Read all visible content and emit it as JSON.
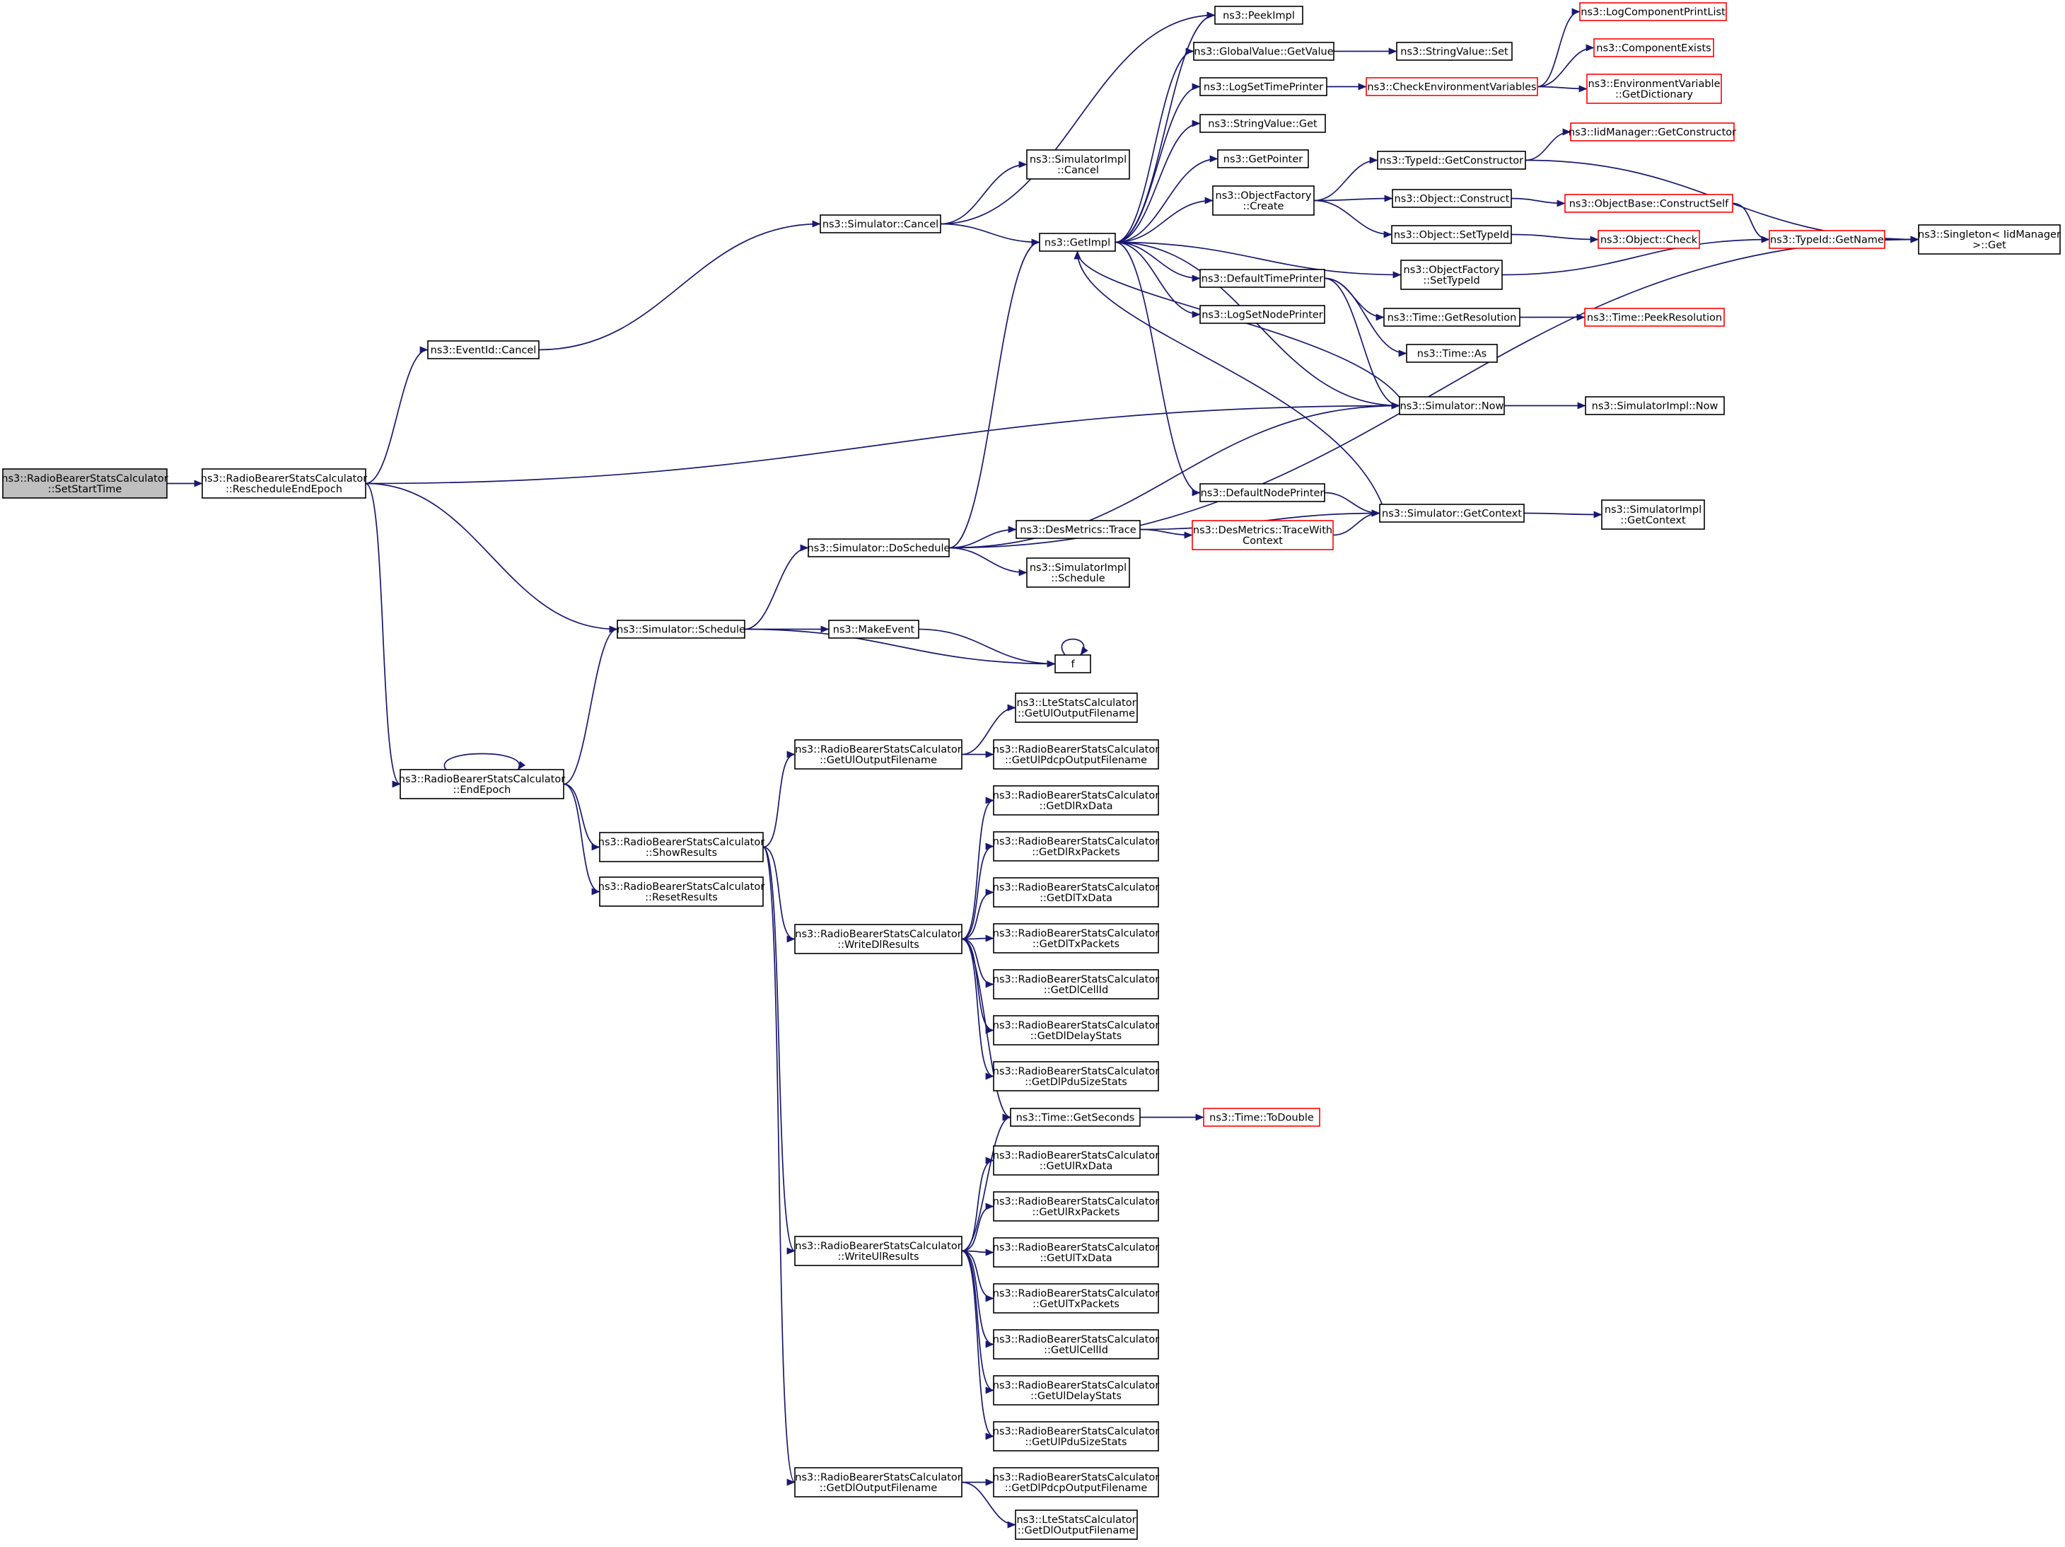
{
  "graph": {
    "edge_color": "#191970",
    "node_border": "#000000",
    "external_node_border": "#ff0000",
    "root_fill": "#bfbfbf",
    "nodes": {
      "root": {
        "label": [
          "ns3::RadioBearerStatsCalculator",
          "::SetStartTime"
        ],
        "style": "root"
      },
      "reschedule": {
        "label": [
          "ns3::RadioBearerStatsCalculator",
          "::RescheduleEndEpoch"
        ]
      },
      "eventcancel": {
        "label": [
          "ns3::EventId::Cancel"
        ]
      },
      "simcancel": {
        "label": [
          "ns3::Simulator::Cancel"
        ]
      },
      "simimplcancel": {
        "label": [
          "ns3::SimulatorImpl",
          "::Cancel"
        ]
      },
      "getimpl": {
        "label": [
          "ns3::GetImpl"
        ]
      },
      "peekimpl": {
        "label": [
          "ns3::PeekImpl"
        ]
      },
      "gvgetvalue": {
        "label": [
          "ns3::GlobalValue::GetValue"
        ]
      },
      "svset": {
        "label": [
          "ns3::StringValue::Set"
        ]
      },
      "logsettime": {
        "label": [
          "ns3::LogSetTimePrinter"
        ]
      },
      "checkenv": {
        "label": [
          "ns3::CheckEnvironmentVariables"
        ],
        "style": "red"
      },
      "logcomplist": {
        "label": [
          "ns3::LogComponentPrintList"
        ],
        "style": "red"
      },
      "compexists": {
        "label": [
          "ns3::ComponentExists"
        ],
        "style": "red"
      },
      "envgetdict": {
        "label": [
          "ns3::EnvironmentVariable",
          "::GetDictionary"
        ],
        "style": "red"
      },
      "svget": {
        "label": [
          "ns3::StringValue::Get"
        ]
      },
      "getpointer": {
        "label": [
          "ns3::GetPointer"
        ]
      },
      "objfactcreate": {
        "label": [
          "ns3::ObjectFactory",
          "::Create"
        ]
      },
      "typeidgetctor": {
        "label": [
          "ns3::TypeId::GetConstructor"
        ]
      },
      "iidgetctor": {
        "label": [
          "ns3::IidManager::GetConstructor"
        ],
        "style": "red"
      },
      "singleton": {
        "label": [
          "ns3::Singleton< IidManager",
          " >::Get"
        ]
      },
      "objconstruct": {
        "label": [
          "ns3::Object::Construct"
        ]
      },
      "objbaseconstruct": {
        "label": [
          "ns3::ObjectBase::ConstructSelf"
        ],
        "style": "red"
      },
      "objsettypeid": {
        "label": [
          "ns3::Object::SetTypeId"
        ]
      },
      "objcheck": {
        "label": [
          "ns3::Object::Check"
        ],
        "style": "red"
      },
      "typeidgetname": {
        "label": [
          "ns3::TypeId::GetName"
        ],
        "style": "red"
      },
      "objfactsettypeid": {
        "label": [
          "ns3::ObjectFactory",
          "::SetTypeId"
        ]
      },
      "defaulttimeprinter": {
        "label": [
          "ns3::DefaultTimePrinter"
        ]
      },
      "timegetres": {
        "label": [
          "ns3::Time::GetResolution"
        ]
      },
      "timepeekres": {
        "label": [
          "ns3::Time::PeekResolution"
        ],
        "style": "red"
      },
      "timeas": {
        "label": [
          "ns3::Time::As"
        ]
      },
      "logsetnode": {
        "label": [
          "ns3::LogSetNodePrinter"
        ]
      },
      "simnow": {
        "label": [
          "ns3::Simulator::Now"
        ]
      },
      "simimplnow": {
        "label": [
          "ns3::SimulatorImpl::Now"
        ]
      },
      "defaultnodeprinter": {
        "label": [
          "ns3::DefaultNodePrinter"
        ]
      },
      "simgetcontext": {
        "label": [
          "ns3::Simulator::GetContext"
        ]
      },
      "simimplgetcontext": {
        "label": [
          "ns3::SimulatorImpl",
          "::GetContext"
        ]
      },
      "desmetricstrace": {
        "label": [
          "ns3::DesMetrics::Trace"
        ]
      },
      "desmetricstracectx": {
        "label": [
          "ns3::DesMetrics::TraceWith",
          "Context"
        ],
        "style": "red"
      },
      "simimplschedule": {
        "label": [
          "ns3::SimulatorImpl",
          "::Schedule"
        ]
      },
      "simdoschedule": {
        "label": [
          "ns3::Simulator::DoSchedule"
        ]
      },
      "simschedule": {
        "label": [
          "ns3::Simulator::Schedule"
        ]
      },
      "makeevent": {
        "label": [
          "ns3::MakeEvent"
        ]
      },
      "f": {
        "label": [
          "f"
        ]
      },
      "endepoch": {
        "label": [
          "ns3::RadioBearerStatsCalculator",
          "::EndEpoch"
        ]
      },
      "showresults": {
        "label": [
          "ns3::RadioBearerStatsCalculator",
          "::ShowResults"
        ]
      },
      "resetresults": {
        "label": [
          "ns3::RadioBearerStatsCalculator",
          "::ResetResults"
        ]
      },
      "getuloutfn": {
        "label": [
          "ns3::RadioBearerStatsCalculator",
          "::GetUlOutputFilename"
        ]
      },
      "ltegetuloutfn": {
        "label": [
          "ns3::LteStatsCalculator",
          "::GetUlOutputFilename"
        ]
      },
      "getulpdcpoutfn": {
        "label": [
          "ns3::RadioBearerStatsCalculator",
          "::GetUlPdcpOutputFilename"
        ]
      },
      "writedl": {
        "label": [
          "ns3::RadioBearerStatsCalculator",
          "::WriteDlResults"
        ]
      },
      "getdlrxdata": {
        "label": [
          "ns3::RadioBearerStatsCalculator",
          "::GetDlRxData"
        ]
      },
      "getdlrxpackets": {
        "label": [
          "ns3::RadioBearerStatsCalculator",
          "::GetDlRxPackets"
        ]
      },
      "getdltxdata": {
        "label": [
          "ns3::RadioBearerStatsCalculator",
          "::GetDlTxData"
        ]
      },
      "getdltxpackets": {
        "label": [
          "ns3::RadioBearerStatsCalculator",
          "::GetDlTxPackets"
        ]
      },
      "getdlcellid": {
        "label": [
          "ns3::RadioBearerStatsCalculator",
          "::GetDlCellId"
        ]
      },
      "getdldelay": {
        "label": [
          "ns3::RadioBearerStatsCalculator",
          "::GetDlDelayStats"
        ]
      },
      "getdlpdusize": {
        "label": [
          "ns3::RadioBearerStatsCalculator",
          "::GetDlPduSizeStats"
        ]
      },
      "timegetseconds": {
        "label": [
          "ns3::Time::GetSeconds"
        ]
      },
      "timetodouble": {
        "label": [
          "ns3::Time::ToDouble"
        ],
        "style": "red"
      },
      "writeul": {
        "label": [
          "ns3::RadioBearerStatsCalculator",
          "::WriteUlResults"
        ]
      },
      "getulrxdata": {
        "label": [
          "ns3::RadioBearerStatsCalculator",
          "::GetUlRxData"
        ]
      },
      "getulrxpackets": {
        "label": [
          "ns3::RadioBearerStatsCalculator",
          "::GetUlRxPackets"
        ]
      },
      "getultxdata": {
        "label": [
          "ns3::RadioBearerStatsCalculator",
          "::GetUlTxData"
        ]
      },
      "getultxpackets": {
        "label": [
          "ns3::RadioBearerStatsCalculator",
          "::GetUlTxPackets"
        ]
      },
      "getulcellid": {
        "label": [
          "ns3::RadioBearerStatsCalculator",
          "::GetUlCellId"
        ]
      },
      "getuldelay": {
        "label": [
          "ns3::RadioBearerStatsCalculator",
          "::GetUlDelayStats"
        ]
      },
      "getulpdusize": {
        "label": [
          "ns3::RadioBearerStatsCalculator",
          "::GetUlPduSizeStats"
        ]
      },
      "getdloutfn": {
        "label": [
          "ns3::RadioBearerStatsCalculator",
          "::GetDlOutputFilename"
        ]
      },
      "getdlpdcpoutfn": {
        "label": [
          "ns3::RadioBearerStatsCalculator",
          "::GetDlPdcpOutputFilename"
        ]
      },
      "ltegetdloutfn": {
        "label": [
          "ns3::LteStatsCalculator",
          "::GetDlOutputFilename"
        ]
      }
    },
    "edges": [
      [
        "root",
        "reschedule"
      ],
      [
        "reschedule",
        "eventcancel"
      ],
      [
        "reschedule",
        "simnow"
      ],
      [
        "reschedule",
        "simschedule"
      ],
      [
        "reschedule",
        "endepoch"
      ],
      [
        "eventcancel",
        "simcancel"
      ],
      [
        "simcancel",
        "simimplcancel"
      ],
      [
        "simcancel",
        "getimpl"
      ],
      [
        "simcancel",
        "peekimpl"
      ],
      [
        "getimpl",
        "peekimpl"
      ],
      [
        "getimpl",
        "gvgetvalue"
      ],
      [
        "getimpl",
        "logsettime"
      ],
      [
        "getimpl",
        "svget"
      ],
      [
        "getimpl",
        "getpointer"
      ],
      [
        "getimpl",
        "objfactcreate"
      ],
      [
        "getimpl",
        "objfactsettypeid"
      ],
      [
        "getimpl",
        "defaulttimeprinter"
      ],
      [
        "getimpl",
        "logsetnode"
      ],
      [
        "getimpl",
        "simnow"
      ],
      [
        "getimpl",
        "defaultnodeprinter"
      ],
      [
        "gvgetvalue",
        "svset"
      ],
      [
        "logsettime",
        "checkenv"
      ],
      [
        "checkenv",
        "logcomplist"
      ],
      [
        "checkenv",
        "compexists"
      ],
      [
        "checkenv",
        "envgetdict"
      ],
      [
        "objfactcreate",
        "typeidgetctor"
      ],
      [
        "objfactcreate",
        "objconstruct"
      ],
      [
        "objfactcreate",
        "objsettypeid"
      ],
      [
        "typeidgetctor",
        "iidgetctor"
      ],
      [
        "typeidgetctor",
        "singleton"
      ],
      [
        "objconstruct",
        "objbaseconstruct"
      ],
      [
        "objbaseconstruct",
        "typeidgetname"
      ],
      [
        "objsettypeid",
        "objcheck"
      ],
      [
        "objfactsettypeid",
        "typeidgetname"
      ],
      [
        "typeidgetname",
        "singleton"
      ],
      [
        "defaulttimeprinter",
        "timegetres"
      ],
      [
        "defaulttimeprinter",
        "timeas"
      ],
      [
        "defaulttimeprinter",
        "simnow"
      ],
      [
        "timegetres",
        "timepeekres"
      ],
      [
        "simnow",
        "simimplnow"
      ],
      [
        "simnow",
        "getimpl"
      ],
      [
        "defaultnodeprinter",
        "simgetcontext"
      ],
      [
        "simgetcontext",
        "simimplgetcontext"
      ],
      [
        "simgetcontext",
        "getimpl"
      ],
      [
        "desmetricstrace",
        "desmetricstracectx"
      ],
      [
        "desmetricstrace",
        "simgetcontext"
      ],
      [
        "desmetricstracectx",
        "simgetcontext"
      ],
      [
        "simdoschedule",
        "getimpl"
      ],
      [
        "simdoschedule",
        "simnow"
      ],
      [
        "simdoschedule",
        "desmetricstrace"
      ],
      [
        "simdoschedule",
        "simimplschedule"
      ],
      [
        "simdoschedule",
        "singleton"
      ],
      [
        "simschedule",
        "simdoschedule"
      ],
      [
        "simschedule",
        "makeevent"
      ],
      [
        "simschedule",
        "f"
      ],
      [
        "makeevent",
        "f"
      ],
      [
        "f",
        "f"
      ],
      [
        "endepoch",
        "simschedule"
      ],
      [
        "endepoch",
        "endepoch"
      ],
      [
        "endepoch",
        "showresults"
      ],
      [
        "endepoch",
        "resetresults"
      ],
      [
        "showresults",
        "getuloutfn"
      ],
      [
        "showresults",
        "writedl"
      ],
      [
        "showresults",
        "writeul"
      ],
      [
        "showresults",
        "getdloutfn"
      ],
      [
        "getuloutfn",
        "ltegetuloutfn"
      ],
      [
        "getuloutfn",
        "getulpdcpoutfn"
      ],
      [
        "writedl",
        "getdlrxdata"
      ],
      [
        "writedl",
        "getdlrxpackets"
      ],
      [
        "writedl",
        "getdltxdata"
      ],
      [
        "writedl",
        "getdltxpackets"
      ],
      [
        "writedl",
        "getdlcellid"
      ],
      [
        "writedl",
        "getdldelay"
      ],
      [
        "writedl",
        "getdlpdusize"
      ],
      [
        "writedl",
        "timegetseconds"
      ],
      [
        "timegetseconds",
        "timetodouble"
      ],
      [
        "writeul",
        "timegetseconds"
      ],
      [
        "writeul",
        "getulrxdata"
      ],
      [
        "writeul",
        "getulrxpackets"
      ],
      [
        "writeul",
        "getultxdata"
      ],
      [
        "writeul",
        "getultxpackets"
      ],
      [
        "writeul",
        "getulcellid"
      ],
      [
        "writeul",
        "getuldelay"
      ],
      [
        "writeul",
        "getulpdusize"
      ],
      [
        "getdloutfn",
        "getdlpdcpoutfn"
      ],
      [
        "getdloutfn",
        "ltegetdloutfn"
      ]
    ]
  }
}
